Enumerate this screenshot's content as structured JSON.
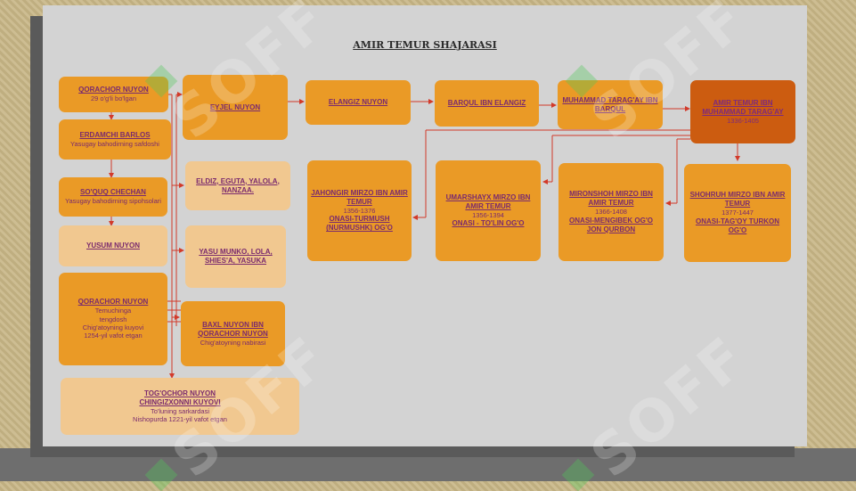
{
  "title": "AMIR TEMUR SHAJARASI",
  "watermark": "SOFF",
  "colors": {
    "box": "#ea9a26",
    "box_light": "#f1c890",
    "box_highlight": "#cc5c10",
    "text": "#7a2a6e",
    "arrow": "#d23a2a"
  },
  "nodes": {
    "qorachor": {
      "name": "QORACHOR NUYON",
      "sub": "29 o'g'li bo'lgan"
    },
    "erdamchi": {
      "name": "ERDAMCHI BARLOS",
      "sub": "Yasugay bahodirning safdoshi"
    },
    "soquq": {
      "name": "SO'QUQ CHECHAN",
      "sub": "Yasugay bahodirning sipohsolari"
    },
    "yusum": {
      "name": "YUSUM NUYON"
    },
    "qorachor2": {
      "name": "QORACHOR NUYON",
      "sub1": "Temuchinga",
      "sub2": "tengdosh",
      "sub3": "Chig'atoyning kuyovi",
      "sub4": "1254-yil vafot etgan"
    },
    "togochor": {
      "name1": "TOG'OCHOR NUYON",
      "name2": "CHINGIZXONNI KUYOVI",
      "sub1": "To'luning sarkardasi",
      "sub2": "Nishopurda 1221-yil vafot etgan"
    },
    "eyjel": {
      "name": "EYJEL NUYON"
    },
    "eldiz": {
      "name": "ELDIZ, EGUTA, YALOLA, NANZAA."
    },
    "yasu": {
      "name": "YASU MUNKO, LOLA, SHIES'A, YASUKA"
    },
    "baxl": {
      "name": "BAXL NUYON IBN QORACHOR NUYON",
      "sub": "Chig'atoyning nabirasi"
    },
    "elangiz": {
      "name": "ELANGIZ NUYON"
    },
    "barqul": {
      "name": "BARQUL IBN ELANGIZ"
    },
    "muhammad": {
      "name": "MUHAMMAD TARAG'AY IBN BARQUL"
    },
    "amir": {
      "name": "AMIR TEMUR IBN MUHAMMAD TARAG'AY",
      "sub": "1336-1405"
    },
    "jahongir": {
      "name": "JAHONGIR MIRZO IBN AMIR TEMUR",
      "years": "1356-1376",
      "mother": "ONASI-TURMUSH (NURMUSHK) OG'O"
    },
    "umarshayx": {
      "name": "UMARSHAYX MIRZO IBN AMIR TEMUR",
      "years": "1356-1394",
      "mother": "ONASI - TO'LIN OG'O"
    },
    "mironshoh": {
      "name": "MIRONSHOH MIRZO IBN AMIR TEMUR",
      "years": "1366-1408",
      "mother": "ONASI-MENGIBEK OG'O JON QURBON"
    },
    "shohruh": {
      "name": "SHOHRUH MIRZO IBN AMIR TEMUR",
      "years": "1377-1447",
      "mother": "ONASI-TAG'OY TURKON OG'O"
    }
  }
}
